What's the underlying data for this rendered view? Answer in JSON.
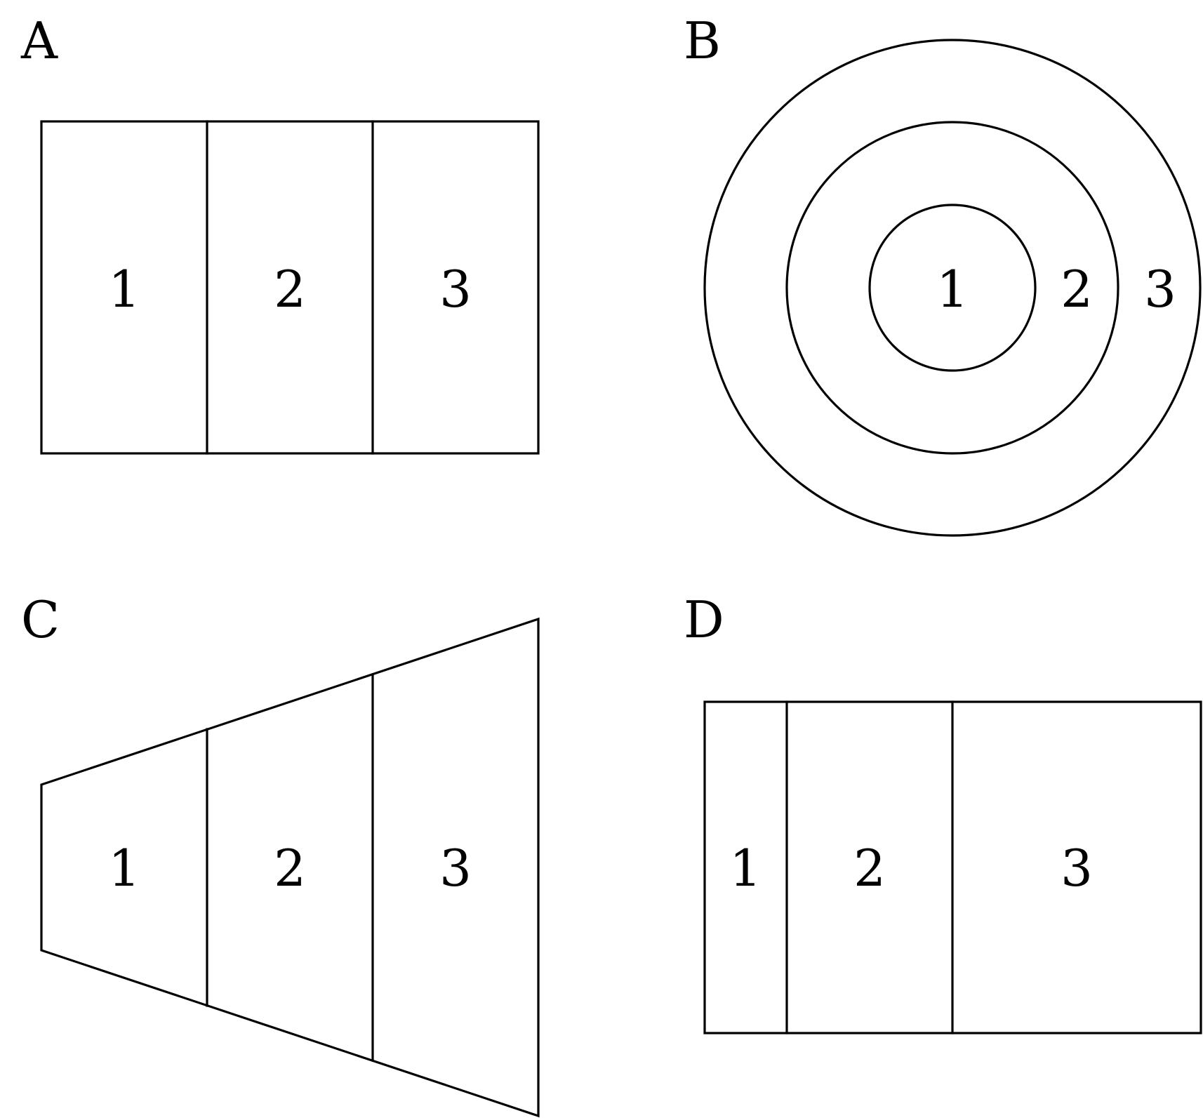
{
  "panels": [
    {
      "label": "A",
      "shape": "rectangle divided into three equal vertical strips",
      "regions": [
        "1",
        "2",
        "3"
      ]
    },
    {
      "label": "B",
      "shape": "three concentric circles",
      "regions": [
        "1",
        "2",
        "3"
      ]
    },
    {
      "label": "C",
      "shape": "trapezoid widening to the right, divided into three vertical strips",
      "regions": [
        "1",
        "2",
        "3"
      ]
    },
    {
      "label": "D",
      "shape": "rectangle divided into three vertical strips of increasing width",
      "regions": [
        "1",
        "2",
        "3"
      ]
    }
  ]
}
